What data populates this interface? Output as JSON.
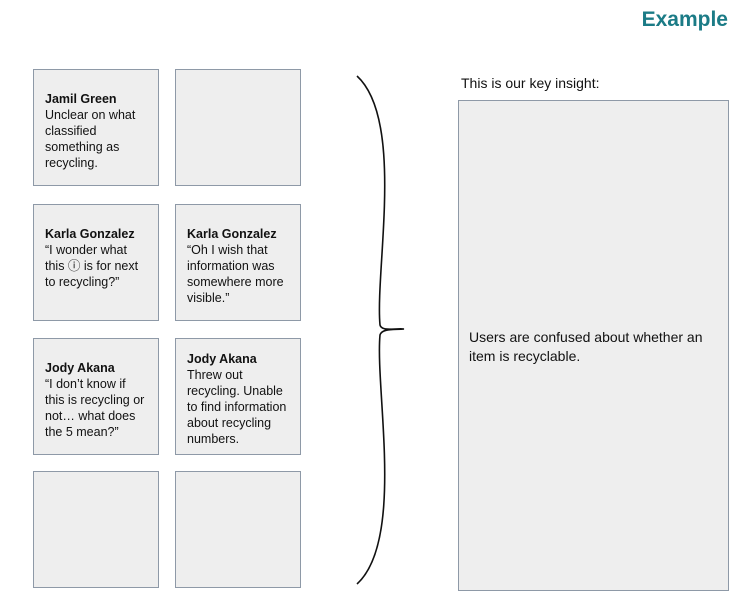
{
  "heading": "Example",
  "notes": [
    {
      "name": "Jamil Green",
      "text": "Unclear on what classified something as recycling."
    },
    {
      "name": "",
      "text": ""
    },
    {
      "name": "Karla Gonzalez",
      "text": "“I wonder what this ⓘ is for next to recycling?”"
    },
    {
      "name": "Karla Gonzalez",
      "text": "“Oh I wish that information was somewhere more visible.”"
    },
    {
      "name": "Jody Akana",
      "text": "“I don’t know if this is recycling or not… what does the 5 mean?”"
    },
    {
      "name": "Jody Akana",
      "text": "Threw out recycling. Unable to find information about recycling numbers."
    },
    {
      "name": "",
      "text": ""
    },
    {
      "name": "",
      "text": ""
    }
  ],
  "insight": {
    "label": "This is our key insight:",
    "text": "Users are confused about whether an item is recyclable."
  }
}
